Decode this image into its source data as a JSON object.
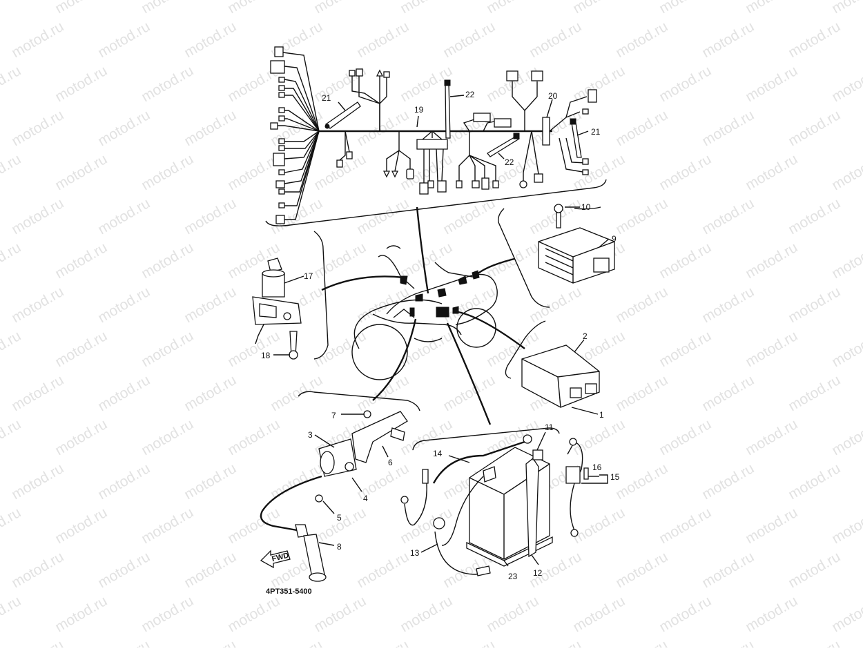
{
  "watermark": {
    "text": "motod.ru"
  },
  "diagram": {
    "code": "4PT351-5400",
    "fwd_label": "FWD",
    "callouts": {
      "c1": "1",
      "c2": "2",
      "c3": "3",
      "c4": "4",
      "c5": "5",
      "c6": "6",
      "c7": "7",
      "c8": "8",
      "c9": "9",
      "c10": "10",
      "c11": "11",
      "c12": "12",
      "c13": "13",
      "c14": "14",
      "c15": "15",
      "c16": "16",
      "c17": "17",
      "c18": "18",
      "c19": "19",
      "c20": "20",
      "c21a": "21",
      "c21b": "21",
      "c22a": "22",
      "c22b": "22",
      "c23": "23"
    }
  }
}
